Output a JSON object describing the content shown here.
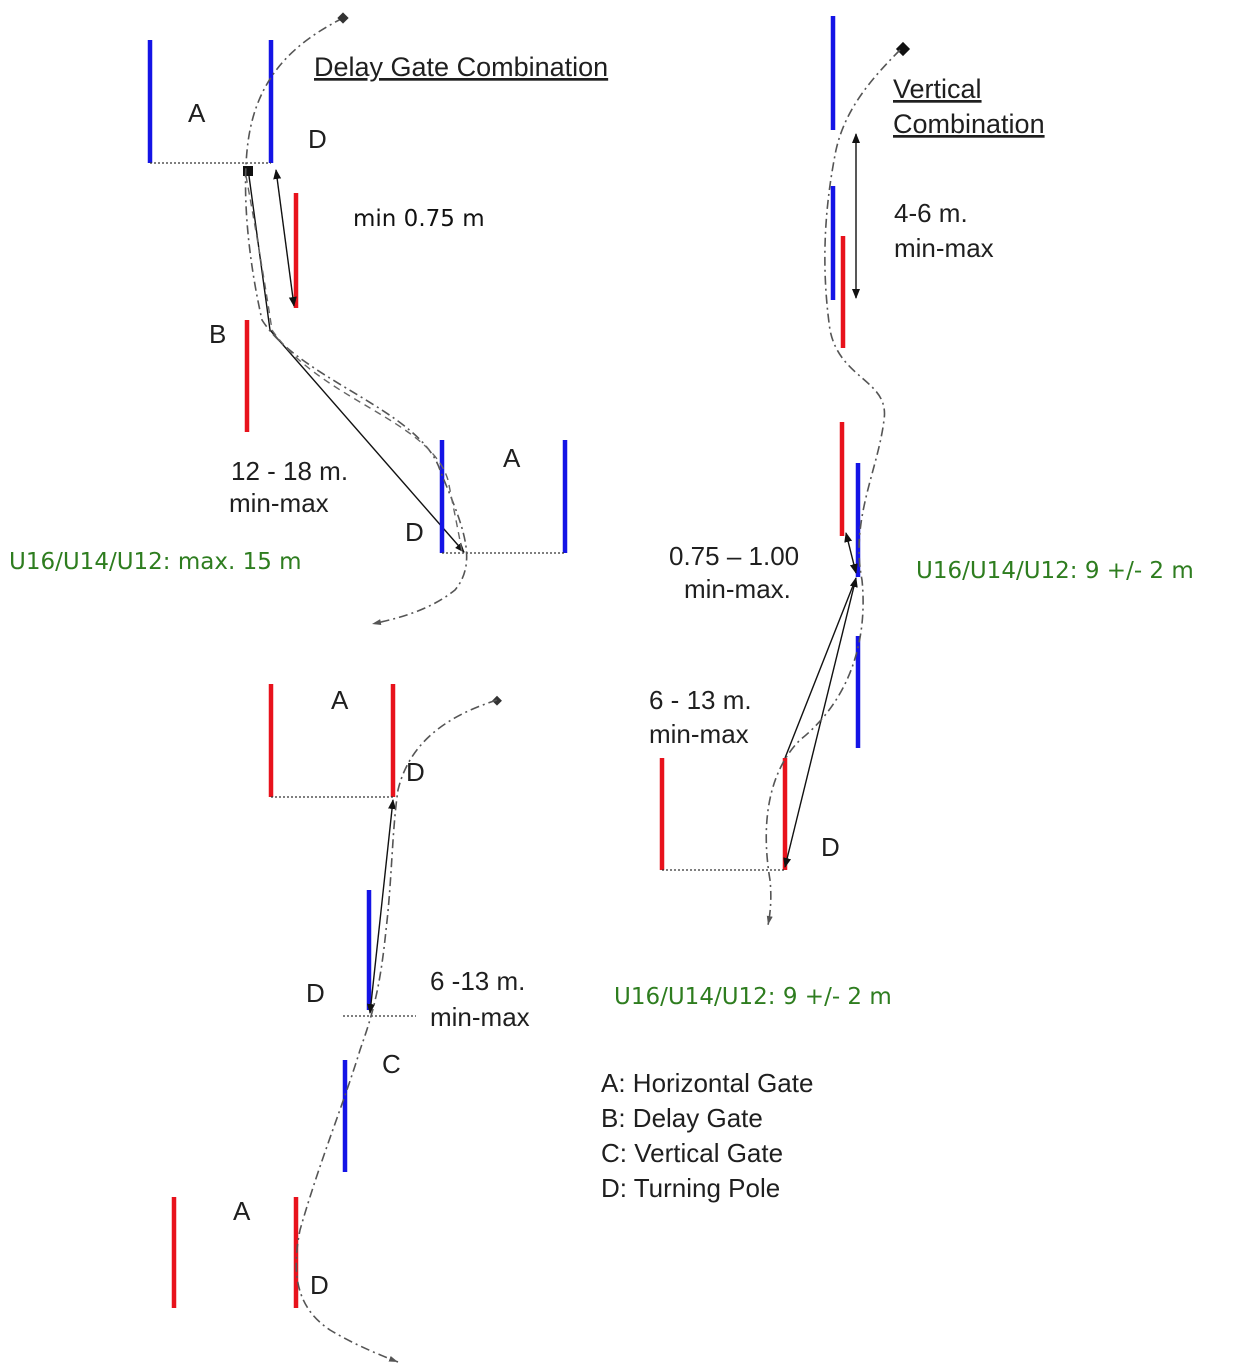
{
  "titles": {
    "delay": "Delay Gate Combination",
    "vertical_line1": "Vertical",
    "vertical_line2": "Combination"
  },
  "colors": {
    "red_pole": "#e8121c",
    "blue_pole": "#1414e6",
    "note_green": "#2e7d1f"
  },
  "labels": {
    "a": "A",
    "b": "B",
    "c": "C",
    "d": "D"
  },
  "measurements": {
    "min_075": "min 0.75 m",
    "range_12_18": "12 - 18 m.",
    "range_4_6": "4-6 m.",
    "range_075_100": "0.75 – 1.00",
    "range_6_13a": "6 - 13 m.",
    "range_6_13b": "6 -13 m.",
    "min_max": "min-max",
    "min_max_dot": "min-max."
  },
  "notes": {
    "max_15": "U16/U14/U12: max. 15 m",
    "nine_pm_2": "U16/U14/U12: 9 +/- 2 m"
  },
  "legend": [
    "A: Horizontal Gate",
    "B: Delay Gate",
    "C: Vertical Gate",
    "D: Turning Pole"
  ]
}
